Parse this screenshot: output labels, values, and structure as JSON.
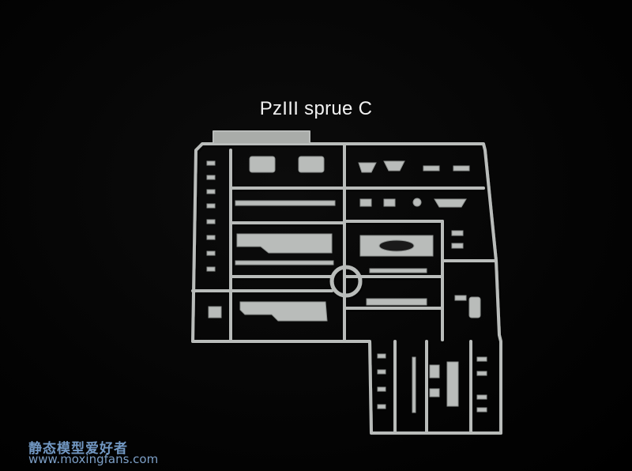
{
  "caption": "PzIII sprue C",
  "watermark": {
    "site_name_cn": "静态模型爱好者",
    "url": "www.moxingfans.com"
  },
  "colors": {
    "background": "#000000",
    "plastic": "#b9bcba",
    "plastic_shadow": "#8e9290",
    "caption": "#f2f2f2",
    "watermark": "#7fa9d8"
  }
}
